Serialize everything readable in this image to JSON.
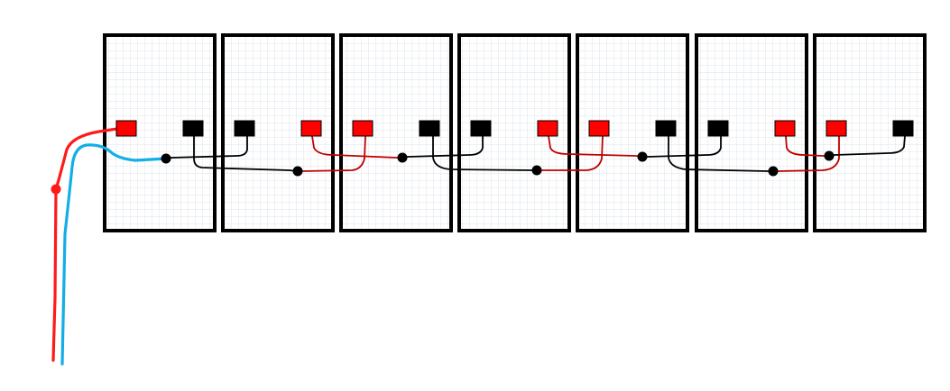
{
  "colors": {
    "background": "#ffffff",
    "panel_frame": "#000000",
    "panel_grid": "#dde3ea",
    "positive": "#ff0000",
    "negative": "#000000",
    "positive_wire": "#c00000",
    "negative_wire": "#000000",
    "home_run_positive": "#ff1a1a",
    "home_run_negative": "#13aee6",
    "junction": "#000000"
  },
  "diagram": {
    "panels": [
      {
        "terminals": [
          "positive",
          "negative"
        ]
      },
      {
        "terminals": [
          "negative",
          "positive"
        ]
      },
      {
        "terminals": [
          "positive",
          "negative"
        ]
      },
      {
        "terminals": [
          "negative",
          "positive"
        ]
      },
      {
        "terminals": [
          "positive",
          "negative"
        ]
      },
      {
        "terminals": [
          "negative",
          "positive"
        ]
      },
      {
        "terminals": [
          "positive",
          "negative"
        ]
      }
    ],
    "home_run": [
      "positive",
      "negative"
    ]
  }
}
